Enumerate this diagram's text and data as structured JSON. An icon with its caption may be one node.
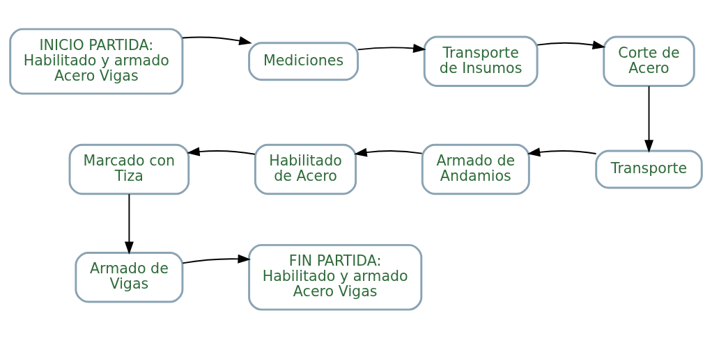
{
  "diagram": {
    "nodes": [
      {
        "text": [
          "INICIO PARTIDA: Habilitado y armado Acero Vigas"
        ]
      },
      {
        "text": [
          "Mediciones"
        ]
      },
      {
        "text": [
          "Transporte de Insumos"
        ]
      },
      {
        "text": [
          "Corte de Acero"
        ]
      },
      {
        "text": [
          "Transporte"
        ]
      },
      {
        "text": [
          "Armado de Andamios"
        ]
      },
      {
        "text": [
          "Habilitado de Acero"
        ]
      },
      {
        "text": [
          "Marcado con Tiza"
        ]
      },
      {
        "text": [
          "Armado de Vigas"
        ]
      },
      {
        "text": [
          "FIN PARTIDA: Habilitado y armado Acero Vigas"
        ]
      }
    ],
    "edges": [
      {
        "from": 0,
        "to": 1,
        "arrow": "to"
      },
      {
        "from": 1,
        "to": 2,
        "arrow": "to"
      },
      {
        "from": 2,
        "to": 3,
        "arrow": "to"
      },
      {
        "from": 3,
        "to": 4,
        "arrow": "to"
      },
      {
        "from": 4,
        "to": 5,
        "arrow": "to"
      },
      {
        "from": 5,
        "to": 6,
        "arrow": "to"
      },
      {
        "from": 6,
        "to": 7,
        "arrow": "to"
      },
      {
        "from": 7,
        "to": 8,
        "arrow": "to"
      },
      {
        "from": 8,
        "to": 9,
        "arrow": "to"
      }
    ]
  }
}
